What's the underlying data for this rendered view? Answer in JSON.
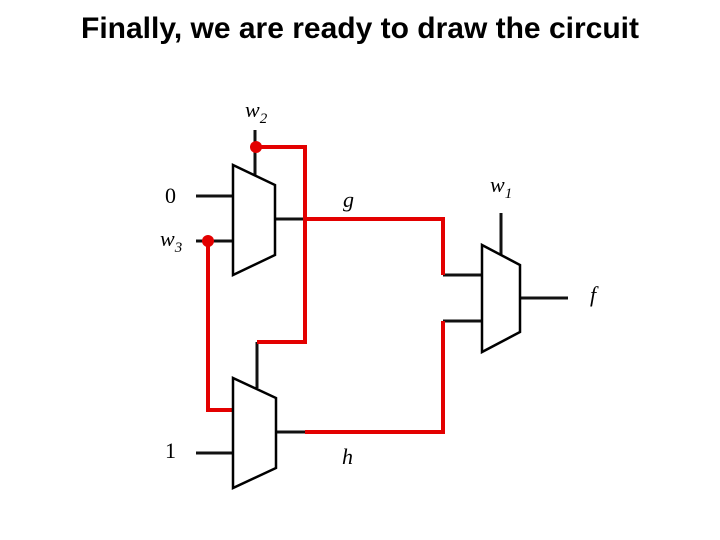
{
  "title": "Finally, we are ready to draw the circuit",
  "labels": {
    "w2_base": "w",
    "w2_sub": "2",
    "w3_base": "w",
    "w3_sub": "3",
    "w1_base": "w",
    "w1_sub": "1",
    "g": "g",
    "h": "h",
    "f": "f",
    "const0": "0",
    "const1": "1"
  },
  "colors": {
    "wire": "#111111",
    "highlight": "#e30000"
  }
}
